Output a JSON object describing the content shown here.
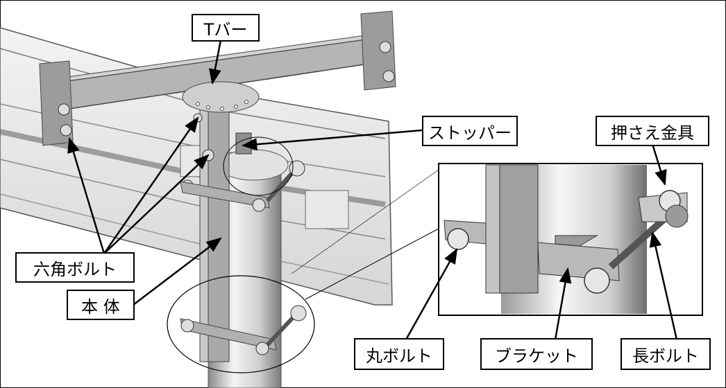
{
  "labels": {
    "t_bar": "Tバー",
    "stopper": "ストッパー",
    "presser_fitting": "押さえ金具",
    "hex_bolt": "六角ボルト",
    "body": "本 体",
    "round_bolt": "丸ボルト",
    "bracket": "ブラケット",
    "long_bolt": "長ボルト"
  }
}
